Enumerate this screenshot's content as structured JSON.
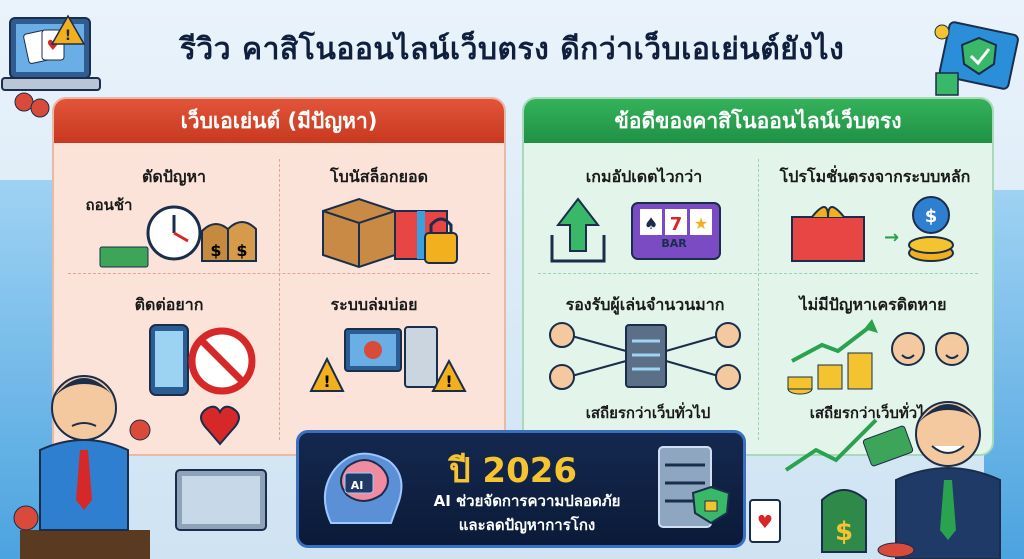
{
  "title": "รีวิว คาสิโนออนไลน์เว็บตรง ดีกว่าเว็บเอเย่นต์ยังไง",
  "left_panel": {
    "header": "เว็บเอเย่นต์ (มีปัญหา)",
    "items": [
      {
        "label": "ตัดปัญหา",
        "sub": "ถอนช้า"
      },
      {
        "label": "โบนัสล็อกยอด"
      },
      {
        "label": "ติดต่อยาก"
      },
      {
        "label": "ระบบล่มบ่อย"
      }
    ]
  },
  "right_panel": {
    "header": "ข้อดีของคาสิโนออนไลน์เว็บตรง",
    "items": [
      {
        "label": "เกมอัปเดตไวกว่า",
        "badge": "BAR"
      },
      {
        "label": "โปรโมชั่นตรงจากระบบหลัก"
      },
      {
        "label": "รองรับผู้เล่นจำนวนมาก",
        "sub": "เสถียรกว่าเว็บทั่วไป"
      },
      {
        "label": "ไม่มีปัญหาเครดิตหาย",
        "sub": "เสถียรกว่าเว็บทั่วไป"
      }
    ]
  },
  "bottom_box": {
    "year": "ปี 2026",
    "chip": "AI",
    "line1": "AI ช่วยจัดการความปลอดภัย",
    "line2": "และลดปัญหาการโกง"
  },
  "colors": {
    "left_accent": "#d2452a",
    "right_accent": "#2aa24f",
    "year": "#f5c431"
  }
}
